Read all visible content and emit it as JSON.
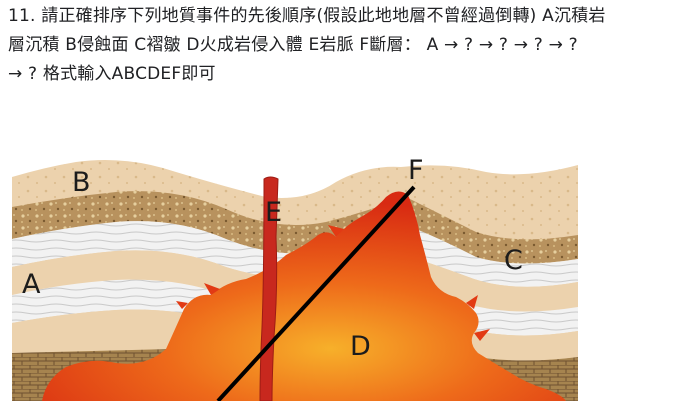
{
  "question": {
    "number": "11.",
    "line1": "請正確排序下列地質事件的先後順序(假設此地地層不曾經過倒轉) A沉積岩",
    "line2": "層沉積 B侵蝕面 C褶皺 D火成岩侵入體 E岩脈 F斷層： A → ?  → ?  →  ?  → ?",
    "line3": "→ ? 格式輸入ABCDEF即可"
  },
  "diagram": {
    "labels": {
      "A": "A",
      "B": "B",
      "C": "C",
      "D": "D",
      "E": "E",
      "F": "F"
    },
    "colors": {
      "tan": "#ecd2ad",
      "brown_speckled": "#b8925e",
      "white_layer": "#f1f1f1",
      "brick": "#9a7a4a",
      "magma": "#e23a14",
      "magma_core": "#f5a220",
      "dike": "#c8281e",
      "fault": "#000000"
    }
  }
}
